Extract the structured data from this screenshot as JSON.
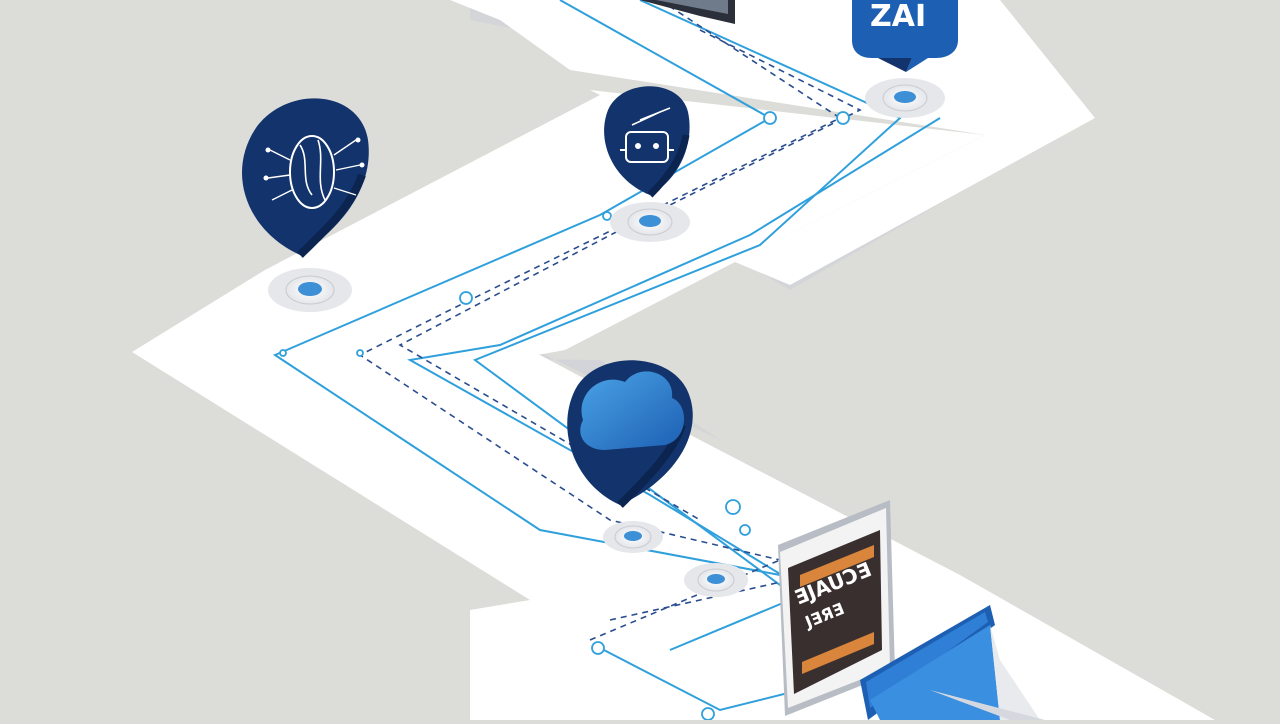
{
  "colors": {
    "background": "#dcdcd8",
    "path_surface": "#ffffff",
    "path_shadow": "#cfd2da",
    "line_blue": "#2fa0dc",
    "dashed_navy": "#2a4d8f",
    "marker_navy": "#12336b",
    "marker_light": "#3d8fd6",
    "screen_dark": "#3a2f2f",
    "screen_bar": "#d9853b",
    "laptop_blue": "#2f7fd6"
  },
  "markers": [
    {
      "id": "brain",
      "icon": "brain-icon"
    },
    {
      "id": "robot",
      "icon": "robot-icon"
    },
    {
      "id": "cloud",
      "icon": "cloud-icon"
    }
  ],
  "speech_bubble": {
    "text": "ZAI",
    "icon": "speech-bubble-icon"
  },
  "tablet": {
    "line1": "ƎJAUƆƎ",
    "line2": "JƎЯƎ",
    "icon": "tablet-icon"
  },
  "laptop": {
    "icon": "laptop-icon"
  },
  "monitor": {
    "icon": "monitor-icon"
  }
}
